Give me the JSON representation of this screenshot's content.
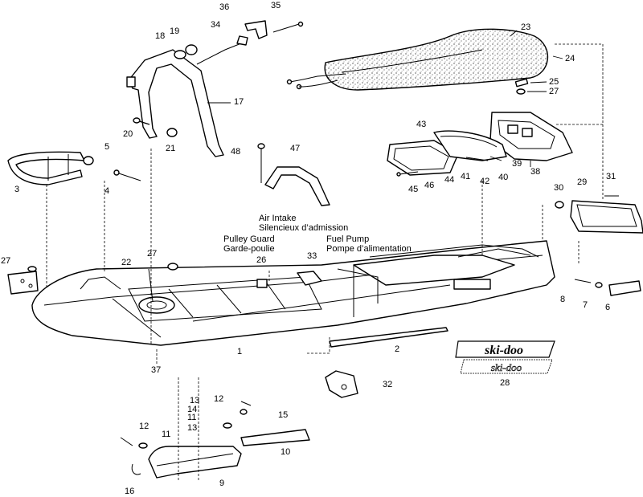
{
  "annotations": {
    "air_intake_en": "Air Intake",
    "air_intake_fr": "Silencieux d’admission",
    "pulley_guard_en": "Pulley Guard",
    "pulley_guard_fr": "Garde-poulie",
    "fuel_pump_en": "Fuel Pump",
    "fuel_pump_fr": "Pompe d’alimentation"
  },
  "logo": {
    "text": "ski-doo",
    "subtext": "ski-doo"
  },
  "callouts": {
    "c1": "1",
    "c2": "2",
    "c3": "3",
    "c4": "4",
    "c5": "5",
    "c6": "6",
    "c7": "7",
    "c8": "8",
    "c9": "9",
    "c10": "10",
    "c11a": "11",
    "c11b": "11",
    "c12a": "12",
    "c12b": "12",
    "c13a": "13",
    "c13b": "13",
    "c14": "14",
    "c15": "15",
    "c16": "16",
    "c17": "17",
    "c18": "18",
    "c19": "19",
    "c20": "20",
    "c21": "21",
    "c22": "22",
    "c23": "23",
    "c24": "24",
    "c25": "25",
    "c26": "26",
    "c27a": "27",
    "c27b": "27",
    "c27c": "27",
    "c28": "28",
    "c29": "29",
    "c30": "30",
    "c31": "31",
    "c32": "32",
    "c33": "33",
    "c34": "34",
    "c35": "35",
    "c36": "36",
    "c37": "37",
    "c38": "38",
    "c39": "39",
    "c40": "40",
    "c41": "41",
    "c42": "42",
    "c43": "43",
    "c44": "44",
    "c45": "45",
    "c46": "46",
    "c47": "47",
    "c48": "48"
  }
}
